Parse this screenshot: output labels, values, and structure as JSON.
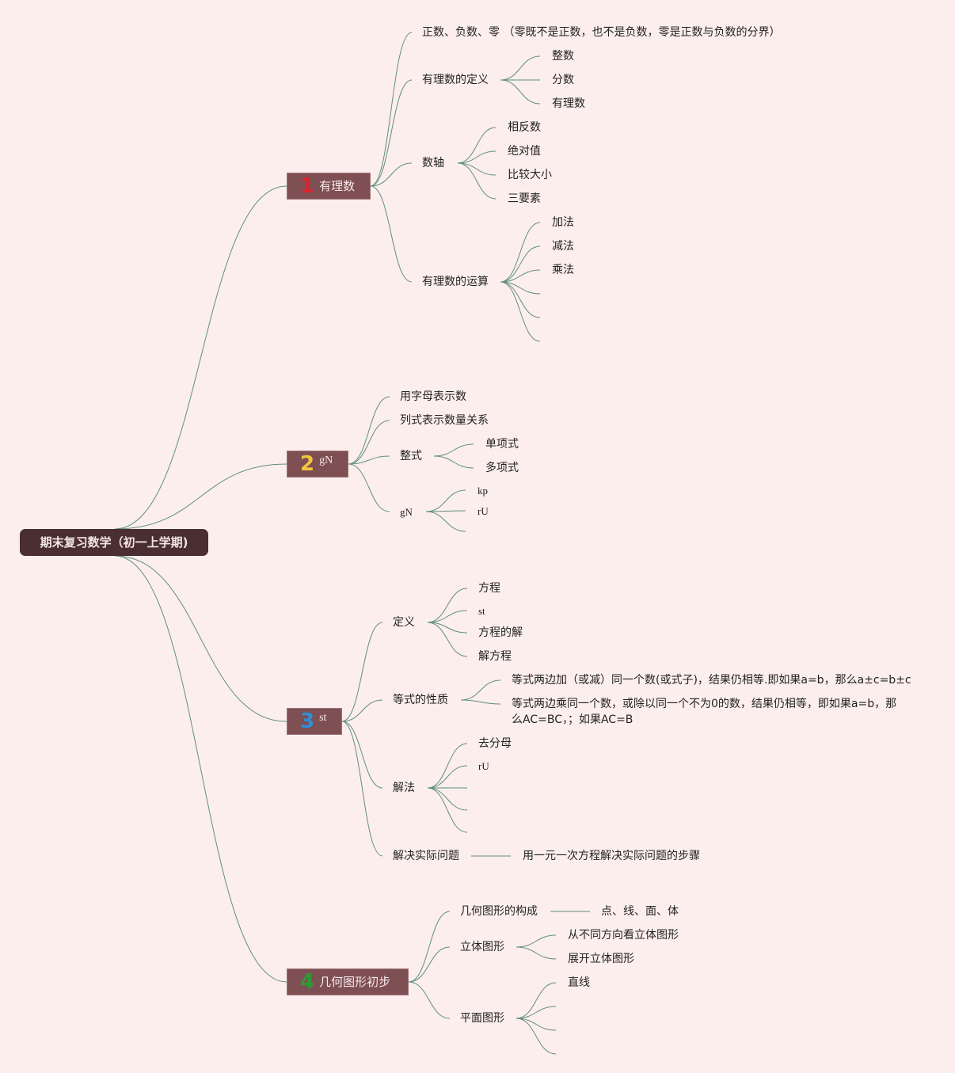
{
  "root": {
    "label": "期末复习数学（初一上学期)"
  },
  "branches": [
    {
      "num": "1",
      "num_color": "#d7262e",
      "label": "有理数",
      "children": [
        {
          "label": "正数、负数、零 （零既不是正数，也不是负数，零是正数与负数的分界）"
        },
        {
          "label": "有理数的定义",
          "children": [
            "整数",
            "分数",
            "有理数"
          ]
        },
        {
          "label": "数轴",
          "children": [
            "相反数",
            "绝对值",
            "比较大小",
            "三要素"
          ]
        },
        {
          "label": "有理数的运算",
          "children": [
            "加法",
            "减法",
            "乘法",
            "",
            "",
            ""
          ]
        }
      ]
    },
    {
      "num": "2",
      "num_color": "#f4c542",
      "label": "gN",
      "children": [
        {
          "label": "用字母表示数"
        },
        {
          "label": "列式表示数量关系"
        },
        {
          "label": "整式",
          "children": [
            "单项式",
            "多项式"
          ]
        },
        {
          "label": "gN",
          "children": [
            "kp",
            "rU",
            ""
          ]
        }
      ]
    },
    {
      "num": "3",
      "num_color": "#2e8fd8",
      "label": "st",
      "children": [
        {
          "label": "定义",
          "children": [
            "方程",
            "st",
            "方程的解",
            "解方程"
          ]
        },
        {
          "label": "等式的性质",
          "children": [
            "等式两边加（或减）同一个数(或式子)，结果仍相等.即如果a=b，那么a±c=b±c",
            "等式两边乘同一个数，或除以同一个不为0的数，结果仍相等，即如果a=b，那么AC=BC，；如果AC=B"
          ]
        },
        {
          "label": "解法",
          "children": [
            "去分母",
            "rU",
            "",
            "",
            ""
          ]
        },
        {
          "label": "解决实际问题",
          "children": [
            "用一元一次方程解决实际问题的步骤"
          ]
        }
      ]
    },
    {
      "num": "4",
      "num_color": "#2f9a35",
      "label": "几何图形初步",
      "children": [
        {
          "label": "几何图形的构成",
          "children": [
            "点、线、面、体"
          ]
        },
        {
          "label": "立体图形",
          "children": [
            "从不同方向看立体图形",
            "展开立体图形"
          ]
        },
        {
          "label": "平面图形",
          "children": [
            "直线",
            "",
            "",
            ""
          ]
        }
      ]
    }
  ],
  "colors": {
    "background": "#fdeeee",
    "root": "#4a2e31",
    "branch": "#7e4f53",
    "link": "#5f8f7c"
  }
}
